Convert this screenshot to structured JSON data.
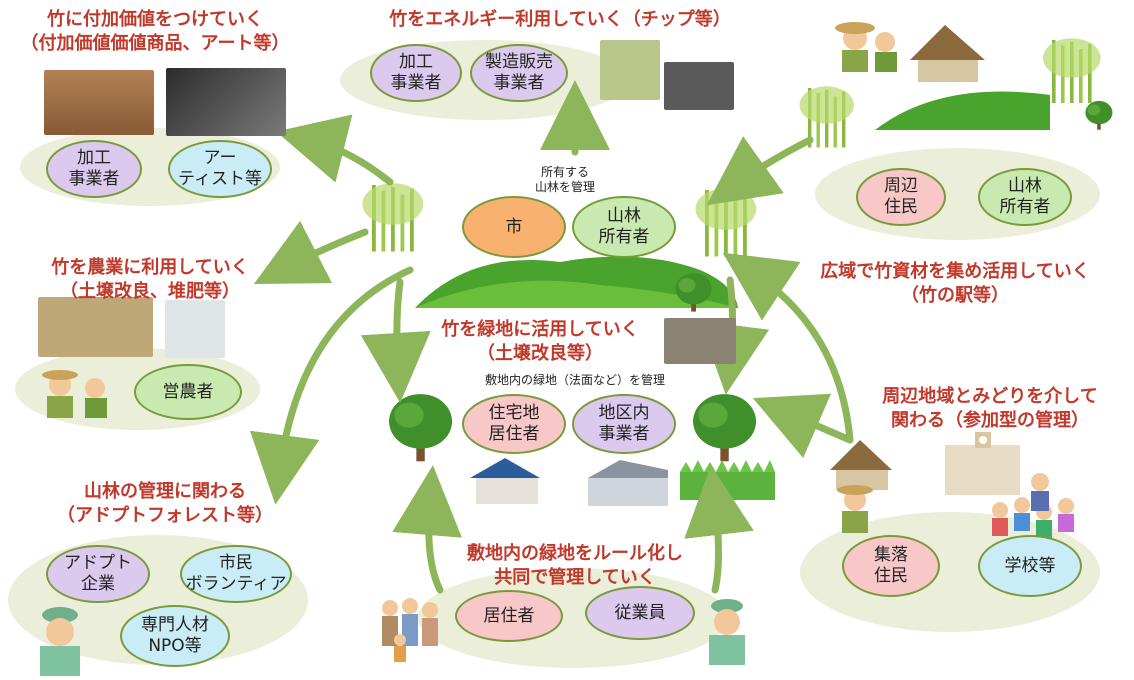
{
  "headings": {
    "top_left": "竹に付加価値をつけていく\n（付加価値価値商品、アート等）",
    "top_center": "竹をエネルギー利用していく（チップ等）",
    "mid_left": "竹を農業に利用していく\n（土壌改良、堆肥等）",
    "mid_right": "広域で竹資材を集め活用していく\n（竹の駅等）",
    "center": "竹を緑地に活用していく\n（土壌改良等）",
    "right_lower": "周辺地域とみどりを介して\n関わる（参加型の管理）",
    "left_lower": "山林の管理に関わる\n（アドプトフォレスト等）",
    "bottom_center": "敷地内の緑地をルール化し\n共同で管理していく"
  },
  "notes": {
    "center_top": "所有する\n山林を管理",
    "center_mid": "敷地内の緑地（法面など）を管理"
  },
  "bubbles": {
    "tl_1": "加工\n事業者",
    "tl_2": "アー\nティスト等",
    "tc_1": "加工\n事業者",
    "tc_2": "製造販売\n事業者",
    "tr_1": "周辺\n住民",
    "tr_2": "山林\n所有者",
    "c_1": "市",
    "c_2": "山林\n所有者",
    "ml_1": "営農者",
    "c_3": "住宅地\n居住者",
    "c_4": "地区内\n事業者",
    "bl_1": "アドプト\n企業",
    "bl_2": "市民\nボランティア",
    "bl_3": "専門人材\nNPO等",
    "bc_1": "居住者",
    "bc_2": "従業員",
    "br_1": "集落\n住民",
    "br_2": "学校等"
  },
  "colors": {
    "heading": "#c0392b",
    "arrow": "#8db55a",
    "ground": "#ebeed9",
    "hill": "#4aa32c"
  }
}
